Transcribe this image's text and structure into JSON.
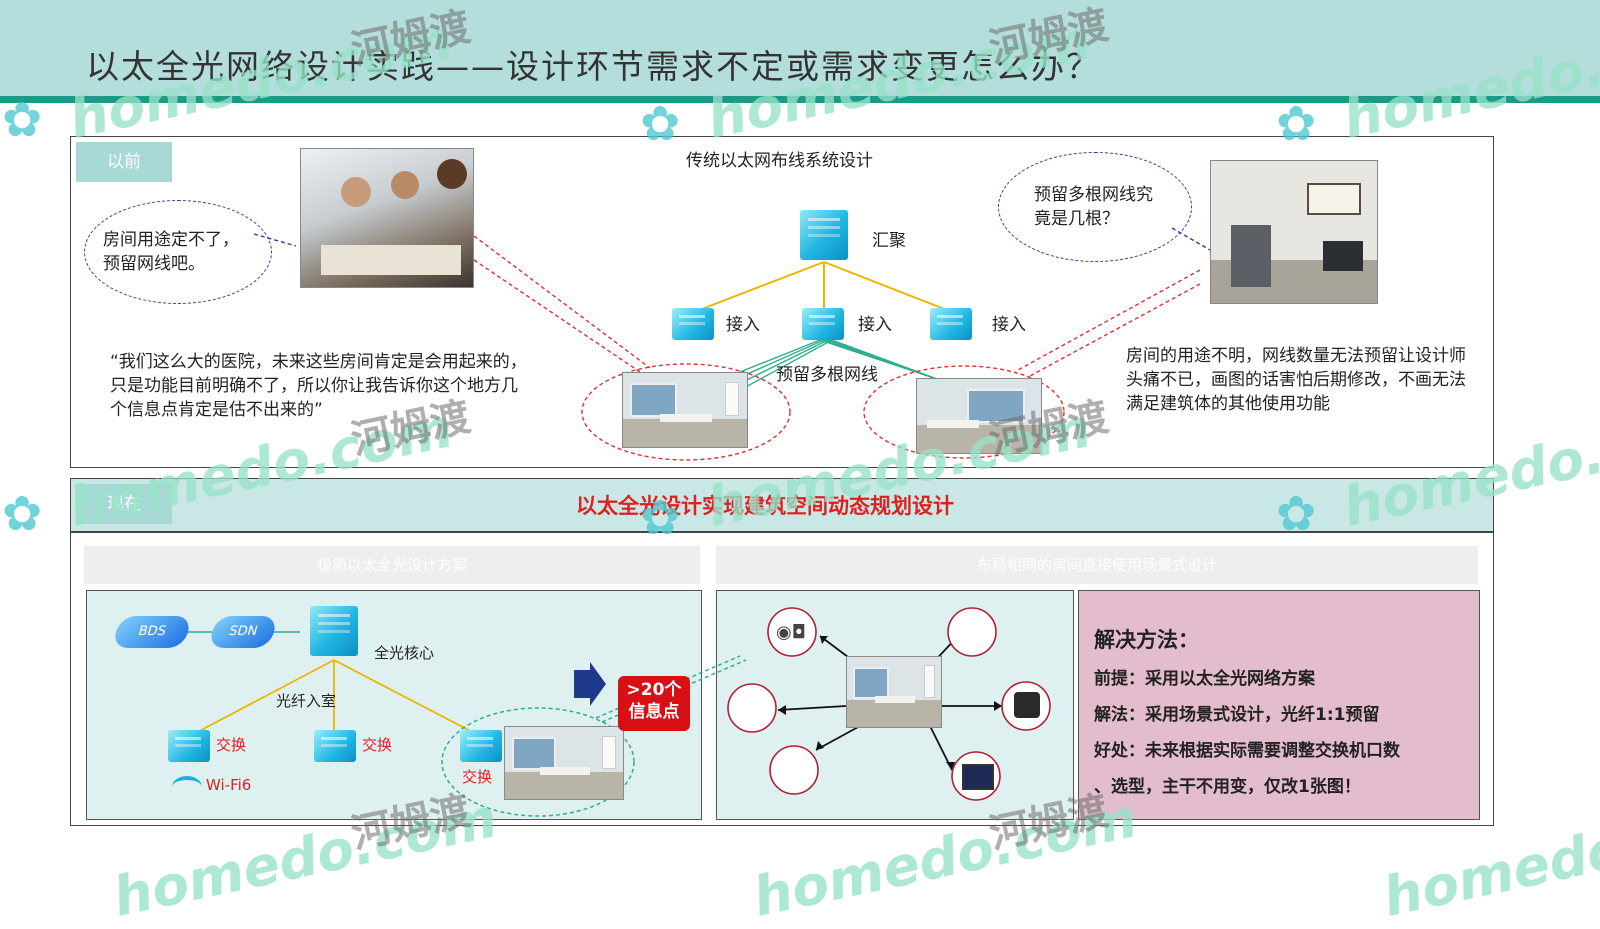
{
  "header": {
    "title": "以太全光网络设计实践——设计环节需求不定或需求变更怎么办？"
  },
  "before": {
    "tag": "以前",
    "diagram_title": "传统以太网布线系统设计",
    "core_label": "汇聚",
    "access_labels": [
      "接入",
      "接入",
      "接入"
    ],
    "cable_label": "预留多根网线",
    "bubble_left": "房间用途定不了，预留网线吧。",
    "bubble_right": "预留多根网线究竟是几根？",
    "quote": "“我们这么大的医院，未来这些房间肯定是会用起来的，只是功能目前明确不了，所以你让我告诉你这个地方几个信息点肯定是估不出来的”",
    "right_text": "房间的用途不明，网线数量无法预留让设计师头痛不已，画图的话害怕后期修改，不画无法满足建筑体的其他使用功能"
  },
  "now": {
    "tag": "现在",
    "title": "以太全光设计实现建筑空间动态规划设计",
    "left_header": "极简以太全光设计方案",
    "right_header": "布局相同的房间直接使用场景式设计",
    "bds": "BDS",
    "sdn": "SDN",
    "core_label": "全光核心",
    "fiber_label": "光纤入室",
    "switch_labels": [
      "交换",
      "交换",
      "交换"
    ],
    "wifi_label": "Wi-Fi6",
    "info_points": ">20个\n信息点"
  },
  "solution": {
    "title": "解决方法：",
    "premise_label": "前提：",
    "premise": "采用以太全光网络方案",
    "method_label": "解法：",
    "method": "采用场景式设计，光纤1:1预留",
    "benefit_label": "好处：",
    "benefit_1": "未来根据实际需要调整交换机口数",
    "benefit_2": "、选型，主干不用变，仅改1张图！"
  },
  "watermarks": {
    "brand": "homedo.com",
    "cn": "河姆渡"
  },
  "colors": {
    "header_bg": "#b4dedb",
    "accent": "#1b9a86",
    "red": "#e02020",
    "solution_bg": "#e3bccd",
    "line_orange": "#f0b400",
    "line_green": "#2fae8e"
  }
}
